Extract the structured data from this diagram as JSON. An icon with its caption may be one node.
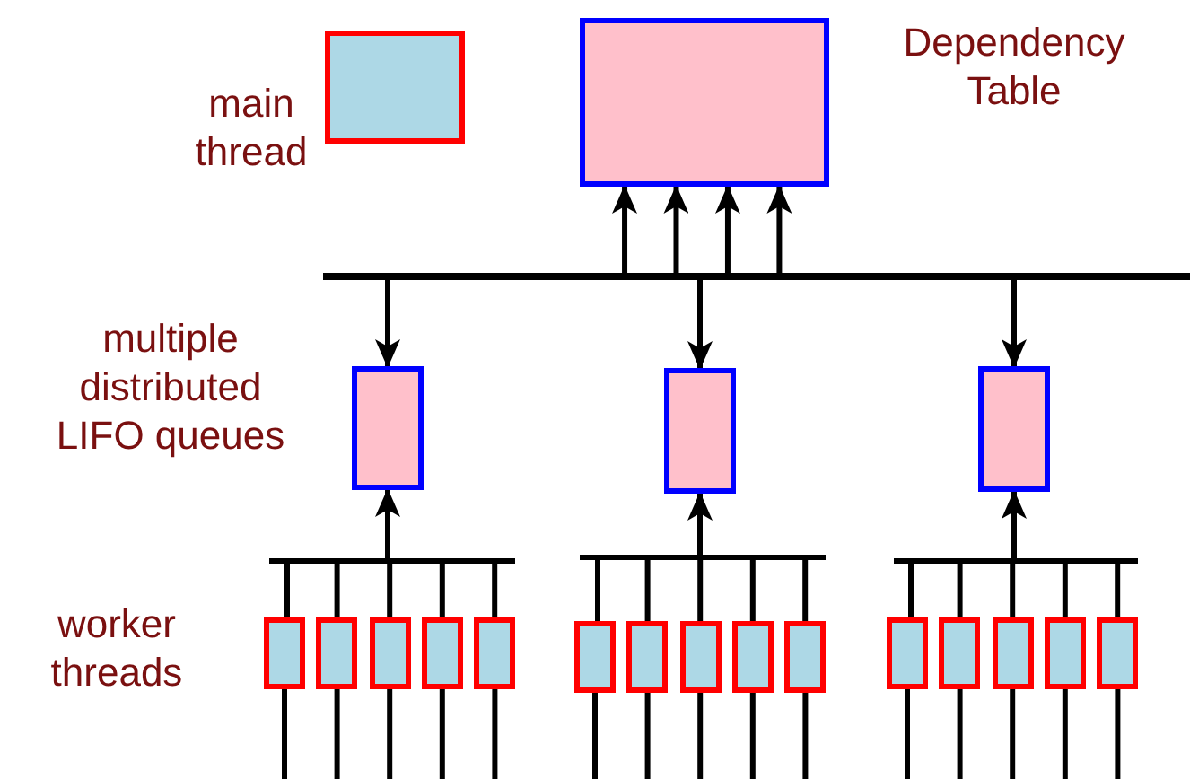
{
  "diagram": {
    "nodes": [
      {
        "text": [],
        "shape": "box",
        "beside": [
          "main thread"
        ]
      },
      {
        "text": [],
        "shape": "box",
        "beside": [
          "Dependency Table"
        ]
      },
      {
        "text": [],
        "shape": "bar"
      },
      {
        "text": [],
        "shape": "box"
      },
      {
        "text": [],
        "shape": "box"
      },
      {
        "text": [],
        "shape": "box"
      },
      {
        "text": [],
        "shape": "bar"
      },
      {
        "text": [],
        "shape": "bar"
      },
      {
        "text": [],
        "shape": "bar"
      },
      {
        "text": [],
        "shape": "box"
      },
      {
        "text": [],
        "shape": "box"
      },
      {
        "text": [],
        "shape": "box"
      },
      {
        "text": [],
        "shape": "box"
      },
      {
        "text": [],
        "shape": "box"
      },
      {
        "text": [],
        "shape": "box"
      },
      {
        "text": [],
        "shape": "box"
      },
      {
        "text": [],
        "shape": "box"
      },
      {
        "text": [],
        "shape": "box"
      },
      {
        "text": [],
        "shape": "box"
      },
      {
        "text": [],
        "shape": "box"
      },
      {
        "text": [],
        "shape": "box"
      },
      {
        "text": [],
        "shape": "box"
      },
      {
        "text": [],
        "shape": "box"
      },
      {
        "text": [],
        "shape": "box"
      }
    ],
    "edges": [
      {
        "from": 2,
        "to": 1,
        "arrow": "to"
      },
      {
        "from": 2,
        "to": 1,
        "arrow": "to"
      },
      {
        "from": 2,
        "to": 1,
        "arrow": "to"
      },
      {
        "from": 2,
        "to": 1,
        "arrow": "to"
      },
      {
        "from": 2,
        "to": 3,
        "arrow": "to"
      },
      {
        "from": 2,
        "to": 4,
        "arrow": "to"
      },
      {
        "from": 2,
        "to": 5,
        "arrow": "to"
      },
      {
        "from": 6,
        "to": 3,
        "arrow": "to"
      },
      {
        "from": 7,
        "to": 4,
        "arrow": "to"
      },
      {
        "from": 8,
        "to": 5,
        "arrow": "to"
      },
      {
        "from": 9,
        "to": 6,
        "arrow": "none"
      },
      {
        "from": 10,
        "to": 6,
        "arrow": "none"
      },
      {
        "from": 11,
        "to": 6,
        "arrow": "none"
      },
      {
        "from": 12,
        "to": 6,
        "arrow": "none"
      },
      {
        "from": 13,
        "to": 6,
        "arrow": "none"
      },
      {
        "from": 14,
        "to": 7,
        "arrow": "none"
      },
      {
        "from": 15,
        "to": 7,
        "arrow": "none"
      },
      {
        "from": 16,
        "to": 7,
        "arrow": "none"
      },
      {
        "from": 17,
        "to": 7,
        "arrow": "none"
      },
      {
        "from": 18,
        "to": 7,
        "arrow": "none"
      },
      {
        "from": 19,
        "to": 8,
        "arrow": "none"
      },
      {
        "from": 20,
        "to": 8,
        "arrow": "none"
      },
      {
        "from": 21,
        "to": 8,
        "arrow": "none"
      },
      {
        "from": 22,
        "to": 8,
        "arrow": "none"
      },
      {
        "from": 23,
        "to": 8,
        "arrow": "none"
      },
      {
        "from": 9,
        "to": null,
        "arrow": "none"
      },
      {
        "from": 10,
        "to": null,
        "arrow": "none"
      },
      {
        "from": 11,
        "to": null,
        "arrow": "none"
      },
      {
        "from": 12,
        "to": null,
        "arrow": "none"
      },
      {
        "from": 13,
        "to": null,
        "arrow": "none"
      },
      {
        "from": 14,
        "to": null,
        "arrow": "none"
      },
      {
        "from": 15,
        "to": null,
        "arrow": "none"
      },
      {
        "from": 16,
        "to": null,
        "arrow": "none"
      },
      {
        "from": 17,
        "to": null,
        "arrow": "none"
      },
      {
        "from": 18,
        "to": null,
        "arrow": "none"
      },
      {
        "from": 19,
        "to": null,
        "arrow": "none"
      },
      {
        "from": 20,
        "to": null,
        "arrow": "none"
      },
      {
        "from": 21,
        "to": null,
        "arrow": "none"
      },
      {
        "from": 22,
        "to": null,
        "arrow": "none"
      },
      {
        "from": 23,
        "to": null,
        "arrow": "none"
      }
    ],
    "labels": [
      "multiple distributed LIFO queues",
      "worker threads"
    ]
  }
}
